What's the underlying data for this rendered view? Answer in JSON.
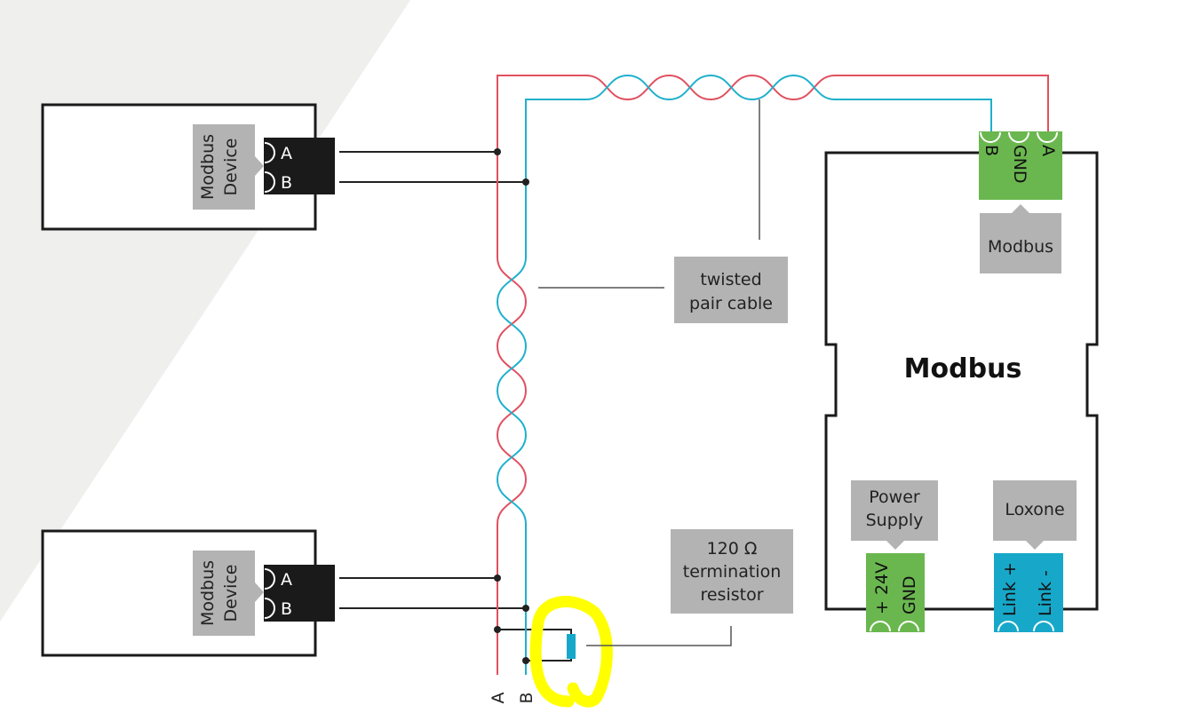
{
  "colors": {
    "wire_a": "#e0505f",
    "wire_b": "#1fb0cc",
    "terminal_green": "#6ab74f",
    "terminal_blue": "#17a8c9",
    "label_grey": "#b3b3b3",
    "highlight": "#ffff00",
    "background_band": "#efefee"
  },
  "devices": [
    {
      "label_line1": "Modbus",
      "label_line2": "Device",
      "pin_a": "A",
      "pin_b": "B"
    },
    {
      "label_line1": "Modbus",
      "label_line2": "Device",
      "pin_a": "A",
      "pin_b": "B"
    }
  ],
  "cable_label": {
    "line1": "twisted",
    "line2": "pair cable"
  },
  "resistor_label": {
    "line1": "120 Ω",
    "line2": "termination",
    "line3": "resistor"
  },
  "bus_ends": {
    "a": "A",
    "b": "B"
  },
  "extension": {
    "title": "Modbus",
    "modbus_terminal": {
      "pins": [
        "B",
        "GND",
        "A"
      ],
      "label": "Modbus"
    },
    "power_terminal": {
      "pins": [
        "+ 24V",
        "GND"
      ],
      "label_line1": "Power",
      "label_line2": "Supply"
    },
    "link_terminal": {
      "pins": [
        "Link +",
        "Link -"
      ],
      "label": "Loxone"
    }
  }
}
